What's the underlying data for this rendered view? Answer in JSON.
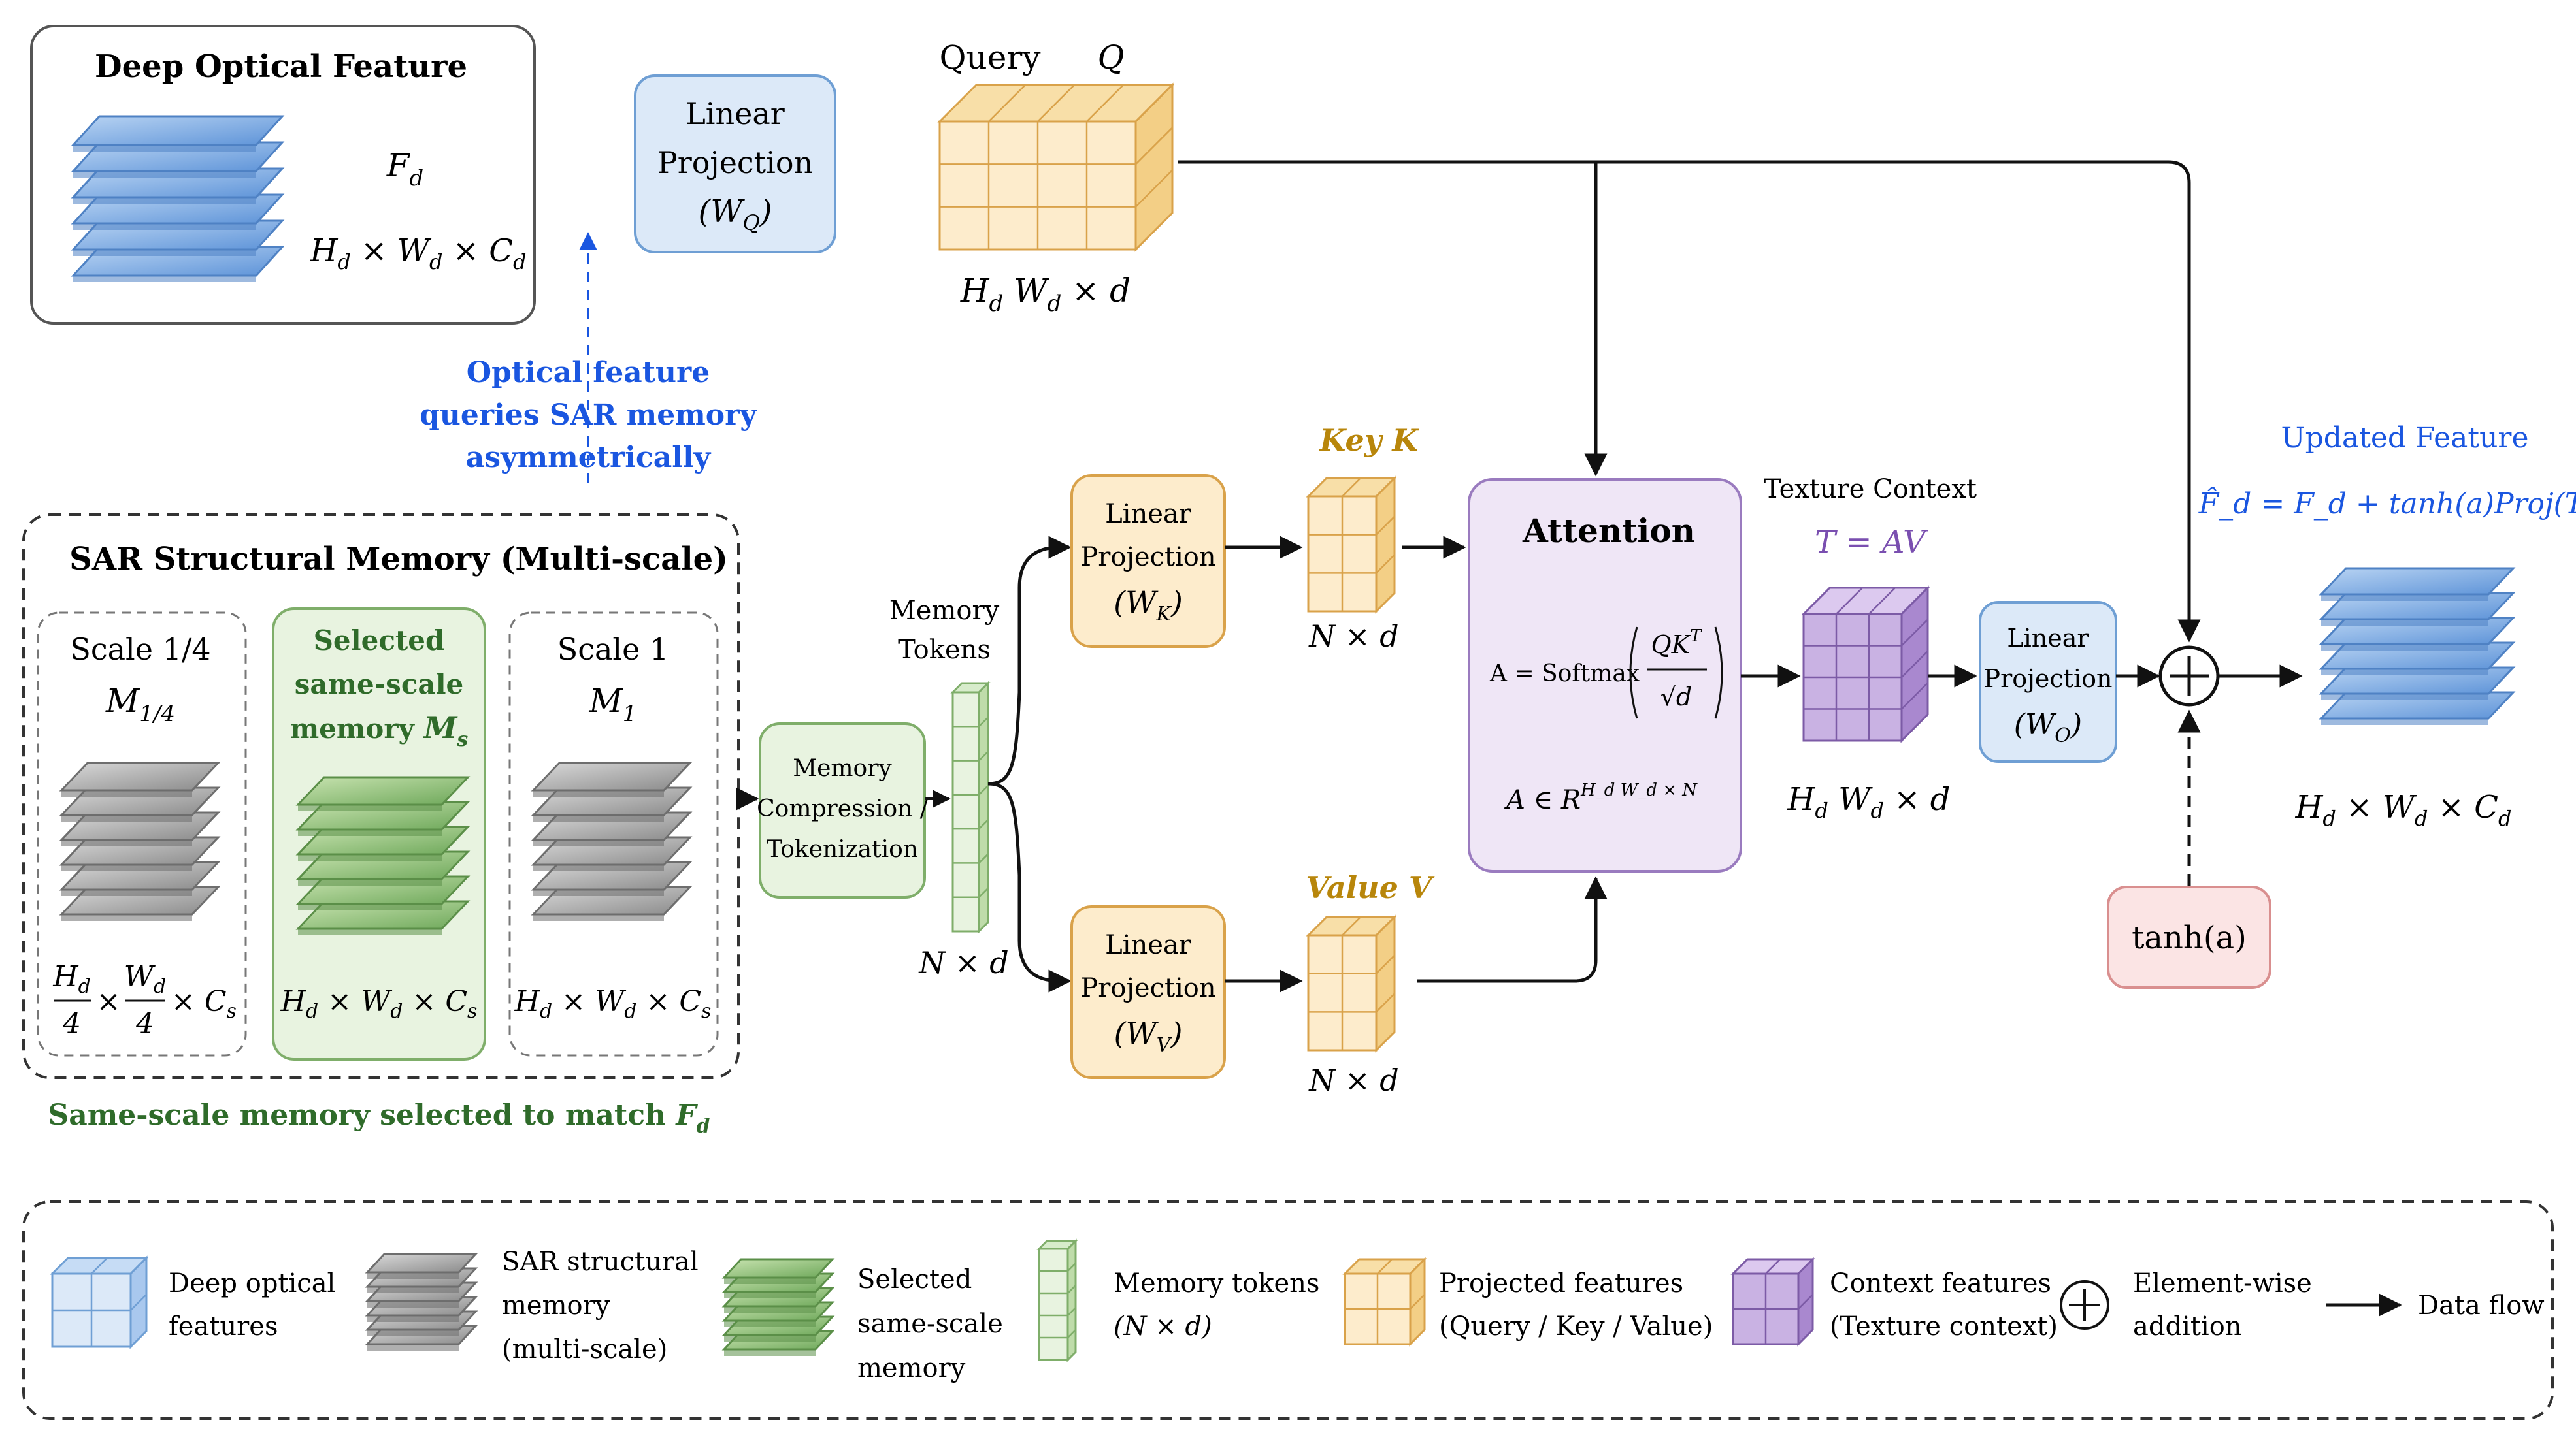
{
  "optical": {
    "title": "Deep Optical Feature",
    "symbol": "F",
    "symbol_sub": "d",
    "dims": "H_d × W_d × C_d"
  },
  "proj_q": {
    "line1": "Linear",
    "line2": "Projection",
    "weight": "(W",
    "weight_sub": "Q",
    "weight_end": ")"
  },
  "query": {
    "label": "Query",
    "symbol": "Q",
    "dims_a": "H",
    "dims_sub1": "d",
    "dims_b": "W",
    "dims_sub2": "d",
    "dims_c": "× d"
  },
  "note": {
    "line1": "Optical feature",
    "line2": "queries SAR memory",
    "line3": "asymmetrically"
  },
  "sar": {
    "title": "SAR Structural Memory (Multi-scale)",
    "scale_a": {
      "name": "Scale 1/4",
      "symbol": "M",
      "sub": "1/4",
      "dims_num1": "H",
      "dims_sub1": "d",
      "dims_den": "4",
      "dims_times": "×",
      "dims_num2": "W",
      "dims_sub2": "d",
      "dims_rest": "× C",
      "dims_sub3": "s"
    },
    "scale_sel": {
      "line1": "Selected",
      "line2": "same-scale",
      "line3": "memory",
      "symbol": "M",
      "sub": "s",
      "dims": "H_d × W_d × C_s"
    },
    "scale_b": {
      "name": "Scale 1",
      "symbol": "M",
      "sub": "1",
      "dims": "H_d × W_d × C_s"
    },
    "caption": "Same-scale memory selected to match",
    "caption_sym": "F",
    "caption_sub": "d"
  },
  "compression": {
    "line1": "Memory",
    "line2": "Compression /",
    "line3": "Tokenization"
  },
  "tokens": {
    "line1": "Memory",
    "line2": "Tokens",
    "dims": "N × d"
  },
  "proj_k": {
    "line1": "Linear",
    "line2": "Projection",
    "weight": "(W",
    "weight_sub": "K",
    "weight_end": ")"
  },
  "proj_v": {
    "line1": "Linear",
    "line2": "Projection",
    "weight": "(W",
    "weight_sub": "V",
    "weight_end": ")"
  },
  "key": {
    "label": "Key",
    "symbol": "K",
    "dims": "N × d"
  },
  "value": {
    "label": "Value",
    "symbol": "V",
    "dims": "N × d"
  },
  "attention": {
    "title": "Attention",
    "formula_a": "A = Softmax",
    "formula_num": "QK",
    "formula_sup": "T",
    "formula_den": "√d",
    "formula_b": "A ∈ R",
    "formula_b_sup": "H_d W_d × N"
  },
  "texture": {
    "label": "Texture Context",
    "formula": "T = AV",
    "dims": "H_d W_d × d"
  },
  "proj_o": {
    "line1": "Linear",
    "line2": "Projection",
    "weight": "(W",
    "weight_sub": "O",
    "weight_end": ")"
  },
  "gate": {
    "label": "tanh(a)"
  },
  "updated": {
    "label": "Updated Feature",
    "formula": "F̂_d = F_d + tanh(a)Proj(T)",
    "dims": "H_d × W_d × C_d"
  },
  "legend": {
    "items": [
      {
        "line1": "Deep optical",
        "line2": "features",
        "line3": ""
      },
      {
        "line1": "SAR structural",
        "line2": "memory",
        "line3": "(multi-scale)"
      },
      {
        "line1": "Selected",
        "line2": "same-scale",
        "line3": "memory"
      },
      {
        "line1": "Memory tokens",
        "line2": "(N × d)",
        "line3": ""
      },
      {
        "line1": "Projected features",
        "line2": "(Query / Key / Value)",
        "line3": ""
      },
      {
        "line1": "Context features",
        "line2": "(Texture context)",
        "line3": ""
      },
      {
        "line1": "Element-wise",
        "line2": "addition",
        "line3": ""
      },
      {
        "line1": "Data flow",
        "line2": "",
        "line3": ""
      }
    ]
  },
  "colors": {
    "blue_fill": "#dce9f8",
    "blue_stroke": "#6f9fd4",
    "orange_fill": "#fdeccc",
    "orange_stroke": "#d9a24a",
    "purple_fill": "#efe6f6",
    "purple_stroke": "#9a7bbf",
    "green_fill": "#e8f3e0",
    "green_stroke": "#7fae6a",
    "red_fill": "#fbe4e4",
    "red_stroke": "#d98f8f",
    "note_blue": "#1a56e0",
    "dark_green": "#2f6b2a",
    "gold": "#b8860b"
  }
}
